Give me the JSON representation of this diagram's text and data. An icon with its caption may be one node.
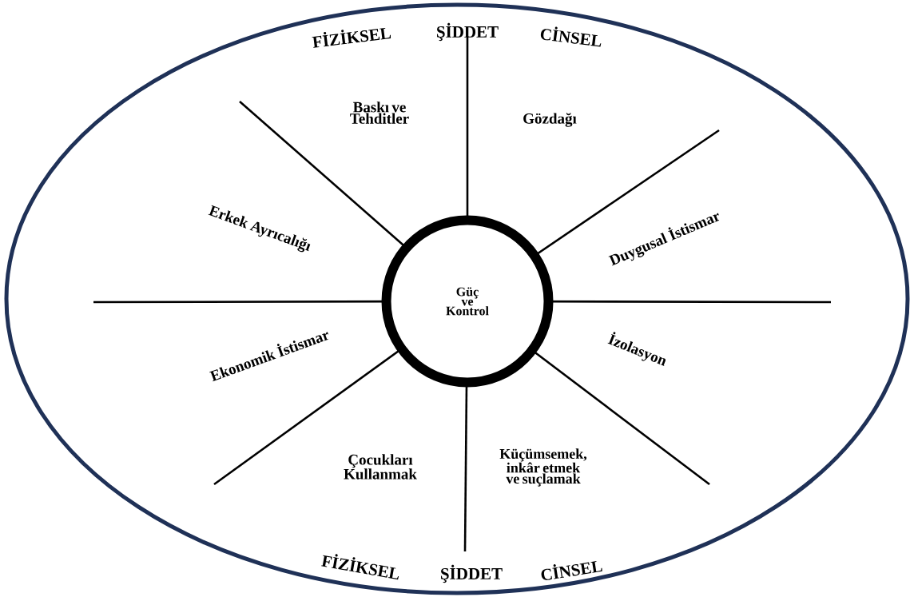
{
  "diagram": {
    "nodes": [
      {
        "text": [],
        "shape": "ellipse"
      },
      {
        "text": [
          "Güç ve Kontrol"
        ],
        "in": 0
      }
    ],
    "edges": [],
    "labels": [
      "FİZİKSEL",
      "ŞİDDET",
      "CİNSEL",
      "Baskı ve Tehditler",
      "Gözdağı",
      "Erkek Ayrıcalığı",
      "Duygusal İstismar",
      "Ekonomik İstismar",
      "İzolasyon",
      "Çocukları Kullanmak",
      "Küçümsemek, inkâr etmek ve suçlamak",
      "FİZİKSEL",
      "ŞİDDET",
      "CİNSEL"
    ]
  }
}
